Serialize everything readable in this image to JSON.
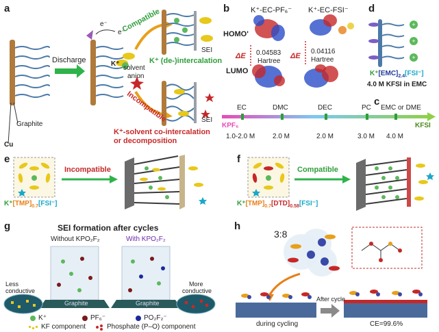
{
  "panels": {
    "a": {
      "letter": "a",
      "discharge": "Discharge",
      "electron1": "e⁻",
      "electron2": "e⁻",
      "kplus": "K⁺",
      "solvent": "solvent",
      "anion": "anion",
      "compatible": "Compatible",
      "incompatible": "Incompatible",
      "sei_top": "SEI",
      "sei_bottom": "SEI",
      "graphite": "Graphite",
      "cu": "Cu",
      "good_result": "K⁺ (de-)intercalation",
      "bad_result_line1": "K⁺-solvent co-intercalation",
      "bad_result_line2": "or decomposition"
    },
    "b": {
      "letter": "b",
      "title_left": "K⁺-EC-PF₆⁻",
      "title_right": "K⁺-EC-FSI⁻",
      "homo": "HOMO'",
      "lumo": "LUMO",
      "delta_e": "ΔE",
      "value_left": "0.04583",
      "value_right": "0.04116",
      "unit": "Hartree"
    },
    "c": {
      "letter": "c",
      "left_end": "KPF₆",
      "right_end": "KFSI",
      "solvents": [
        "EC",
        "DMC",
        "DEC",
        "PC",
        "EMC or DME"
      ],
      "concentrations": [
        "1.0-2.0 M",
        "2.0 M",
        "2.0 M",
        "3.0 M",
        "4.0 M"
      ]
    },
    "d": {
      "letter": "d",
      "formula_prefix": "K⁺",
      "formula_solvent": "[EMC]",
      "formula_solvent_sub": "2.4",
      "formula_anion": "[FSI⁻]",
      "concentration": "4.0 M KFSI in EMC"
    },
    "e": {
      "letter": "e",
      "arrow_label": "Incompatible",
      "formula_prefix": "K⁺",
      "formula_solvent": "[TMP]",
      "formula_solvent_sub": "0.7",
      "formula_anion": "[FSI⁻]"
    },
    "f": {
      "letter": "f",
      "arrow_label": "Compatible",
      "formula_prefix": "K⁺",
      "formula_solvent": "[TMP]",
      "formula_solvent_sub": "0.7",
      "formula_additive": "[DTD]",
      "formula_additive_sub": "0.58",
      "formula_anion": "[FSI⁻]"
    },
    "g": {
      "letter": "g",
      "title": "SEI formation after cycles",
      "without": "Without KPO₂F₂",
      "with": "With KPO₂F₂",
      "less": "Less",
      "less2": "conductive",
      "more": "More",
      "more2": "conductive",
      "graphite_left": "Graphite",
      "graphite_right": "Graphite",
      "legend_k": "K⁺",
      "legend_pf6": "PF₆⁻",
      "legend_po2f2": "PO₂F₂⁻",
      "legend_kf": "KF component",
      "legend_phosphate": "Phosphate (P–O) component"
    },
    "h": {
      "letter": "h",
      "ratio": "3:8",
      "after_cycle": "After cycle",
      "during": "during cycling",
      "ce": "CE=99.6%"
    }
  },
  "colors": {
    "compatible": "#2e9e3a",
    "incompatible": "#c62828",
    "green_arrow": "#2eb34a",
    "kion": "#5cb85c",
    "ellipse_yellow": "#e8c81a",
    "formula_blue": "#1e3a9c",
    "formula_orange": "#e8801a",
    "formula_red": "#c62828",
    "formula_cyan": "#1aa8c8"
  }
}
